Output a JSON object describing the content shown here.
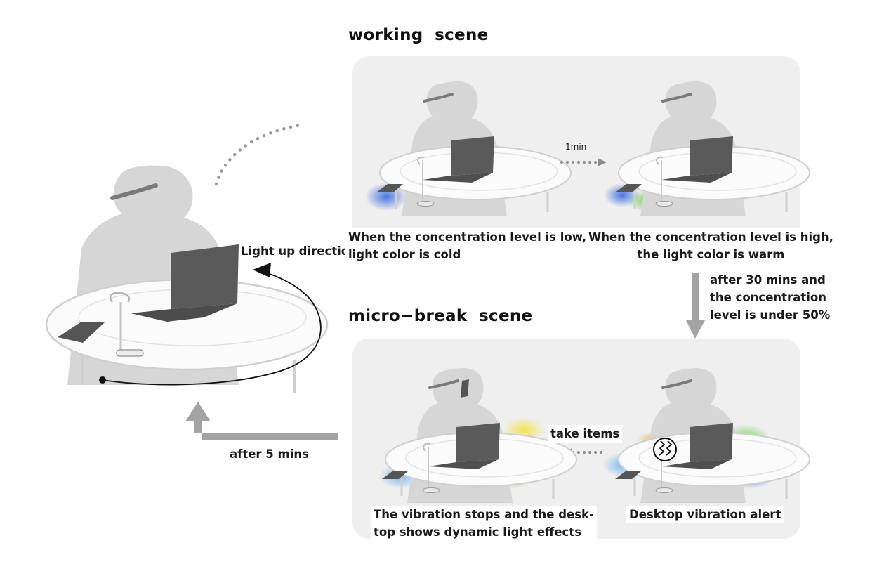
{
  "diagram": {
    "working_scene": {
      "title": "working  scene",
      "transition_label": "1min",
      "steps": [
        {
          "caption_line1": "When the concentration level is low, the",
          "caption_line2": "light color is cold"
        },
        {
          "caption_line1": "When the concentration level is high,",
          "caption_line2": "the light color is warm"
        }
      ]
    },
    "to_break_condition": {
      "line1": "after 30 mins and",
      "line2": "the concentration",
      "line3": "level is under 50%"
    },
    "micro_break_scene": {
      "title": "micro−break  scene",
      "transition_label": "take items",
      "steps": [
        {
          "caption_line1": "Desktop vibration alert"
        },
        {
          "caption_line1": "The vibration stops and the desk-",
          "caption_line2": "top shows dynamic light effects"
        }
      ]
    },
    "return_label": "after 5 mins",
    "main_figure_label": "Light up direction",
    "colors": {
      "panel_bg": "#efefef",
      "person": "#d6d6d6",
      "laptop": "#5a5a5a",
      "arrow_gray": "#a3a3a3",
      "light_blue": "#4f7fe0",
      "light_yellow": "#f2e24a",
      "light_green": "#7fd05a"
    }
  }
}
